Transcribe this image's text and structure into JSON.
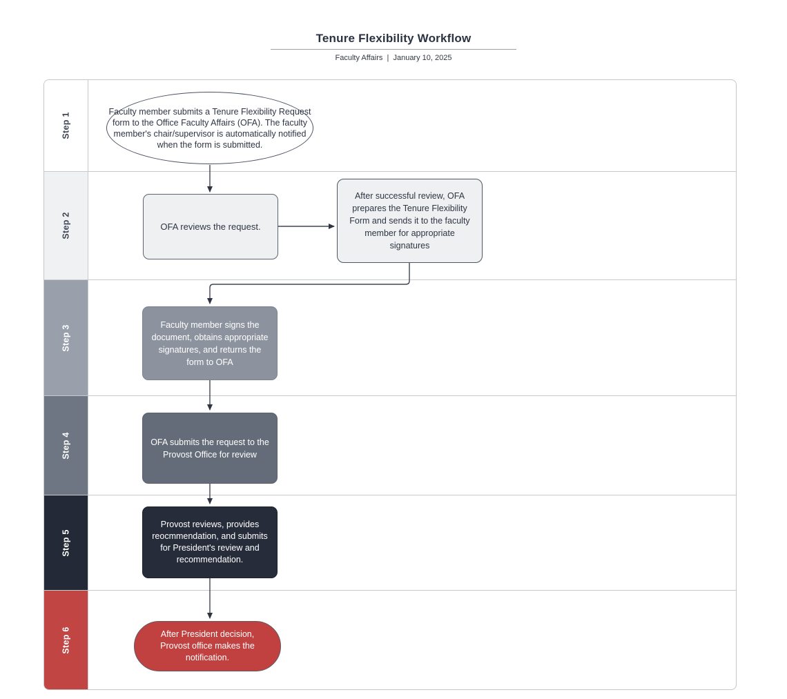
{
  "header": {
    "title": "Tenure Flexibility Workflow",
    "subtitle": "Faculty Affairs  |  January 10, 2025"
  },
  "colors": {
    "connector_line": "#3e4552",
    "lane_grid_border": "#c8c9cb",
    "title_text": "#2b3240",
    "title_rule": "#9aa0a6"
  },
  "lanes": [
    {
      "label": "Step 1",
      "bg": "#ffffff",
      "fg": "#3f4654"
    },
    {
      "label": "Step 2",
      "bg": "#eff1f3",
      "fg": "#3f4654"
    },
    {
      "label": "Step 3",
      "bg": "#99a0ab",
      "fg": "#ffffff"
    },
    {
      "label": "Step 4",
      "bg": "#6e7583",
      "fg": "#ffffff"
    },
    {
      "label": "Step 5",
      "bg": "#232936",
      "fg": "#ffffff"
    },
    {
      "label": "Step 6",
      "bg": "#c04543",
      "fg": "#ffffff"
    }
  ],
  "nodes": {
    "start": {
      "text": "Faculty member submits a Tenure Flexibility Request form to the Office Faculty Affairs (OFA). The faculty member's chair/supervisor is automatically notified when the form is submitted.",
      "bg": "#ffffff",
      "fg": "#2e3543"
    },
    "ofa_review": {
      "text": "OFA reviews the request.",
      "bg": "#eef0f2",
      "fg": "#2e3543"
    },
    "prepare_form": {
      "text": "After successful review, OFA prepares the Tenure Flexibility Form and sends it to the faculty member for appropriate signatures",
      "bg": "#eef0f2",
      "fg": "#2e3543"
    },
    "faculty_signs": {
      "text": "Faculty member signs the document, obtains appropriate signatures, and returns the form to OFA",
      "bg": "#8d939e",
      "fg": "#ffffff"
    },
    "submit_provost": {
      "text": "OFA submits the request to the Provost Office for review",
      "bg": "#656c79",
      "fg": "#ffffff"
    },
    "provost_reviews": {
      "text": "Provost reviews, provides reocmmendation, and submits for President's review and recommendation.",
      "bg": "#262c3a",
      "fg": "#ffffff"
    },
    "notification": {
      "text": "After President decision, Provost office makes the notification.",
      "bg": "#c0413f",
      "fg": "#ffffff"
    }
  }
}
